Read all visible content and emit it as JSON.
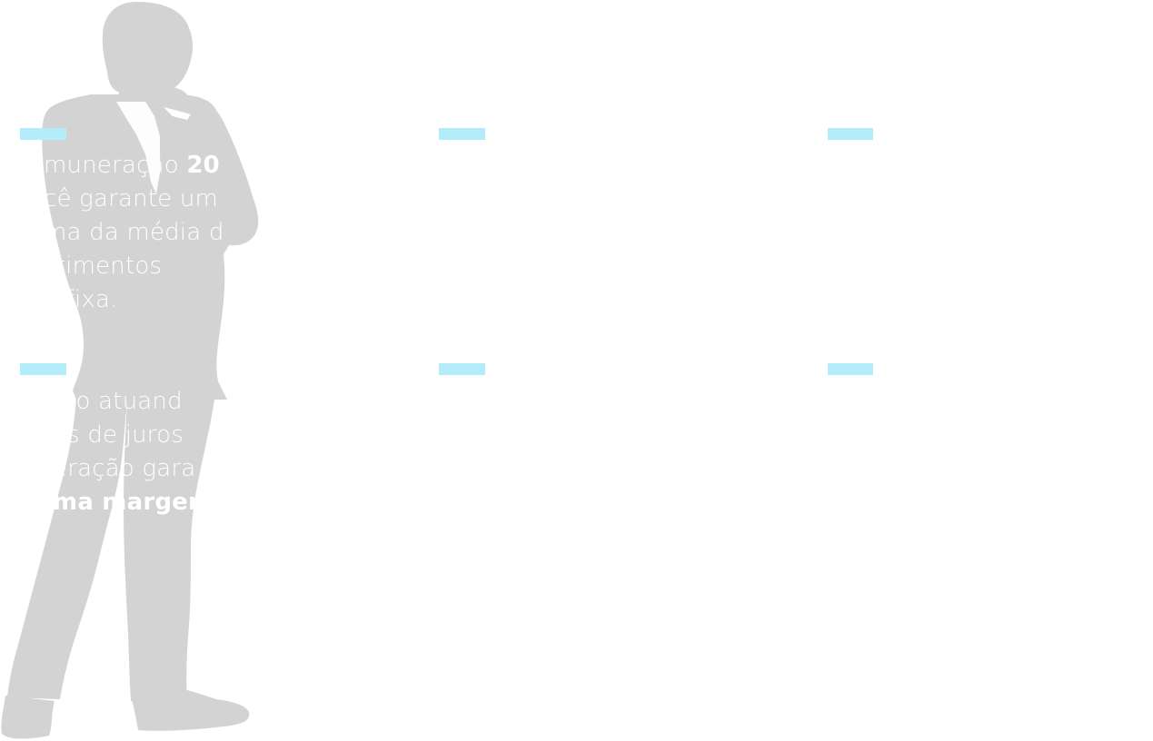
{
  "colors": {
    "accent": "#b3ecfa",
    "silhouette": "#d3d3d3",
    "text": "#ffffff",
    "background": "#ffffff"
  },
  "illustration": {
    "icon": "businessman-silhouette-icon"
  },
  "cards": [
    {
      "lines": [
        {
          "pre": "munera",
          "mid": "ç",
          "post": "ão ",
          "bold": "20"
        },
        {
          "pre": "cê garante um",
          "bold": ""
        },
        {
          "pre": "ma da média d",
          "bold": ""
        },
        {
          "pre": "stimentos",
          "bold": ""
        },
        {
          "pre": "a fixa.",
          "bold": ""
        }
      ]
    },
    {
      "lines": [
        {
          "pre": "mo atuand",
          "bold": ""
        },
        {
          "pre": "as de juros",
          "bold": ""
        },
        {
          "pre": "eração gara",
          "bold": ""
        },
        {
          "pre": "",
          "bold": "ma margem"
        }
      ]
    },
    {
      "lines": []
    },
    {
      "lines": []
    },
    {
      "lines": []
    },
    {
      "lines": []
    }
  ]
}
